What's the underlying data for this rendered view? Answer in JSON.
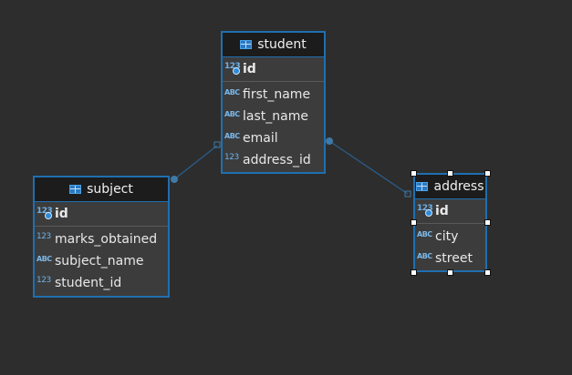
{
  "diagram": {
    "entities": {
      "student": {
        "title": "student",
        "pk": {
          "name": "id",
          "type": "123"
        },
        "columns": [
          {
            "name": "first_name",
            "type": "ABC"
          },
          {
            "name": "last_name",
            "type": "ABC"
          },
          {
            "name": "email",
            "type": "ABC"
          },
          {
            "name": "address_id",
            "type": "123"
          }
        ]
      },
      "subject": {
        "title": "subject",
        "pk": {
          "name": "id",
          "type": "123"
        },
        "columns": [
          {
            "name": "marks_obtained",
            "type": "123"
          },
          {
            "name": "subject_name",
            "type": "ABC"
          },
          {
            "name": "student_id",
            "type": "123"
          }
        ]
      },
      "address": {
        "title": "address",
        "pk": {
          "name": "id",
          "type": "123"
        },
        "columns": [
          {
            "name": "city",
            "type": "ABC"
          },
          {
            "name": "street",
            "type": "ABC"
          }
        ]
      }
    },
    "relationships": [
      {
        "from": "subject",
        "to": "student"
      },
      {
        "from": "student",
        "to": "address"
      }
    ],
    "selected_entity": "address",
    "colors": {
      "canvas": "#2d2d2d",
      "entity_border": "#1f6fb0",
      "link": "#2a5f8f"
    }
  }
}
